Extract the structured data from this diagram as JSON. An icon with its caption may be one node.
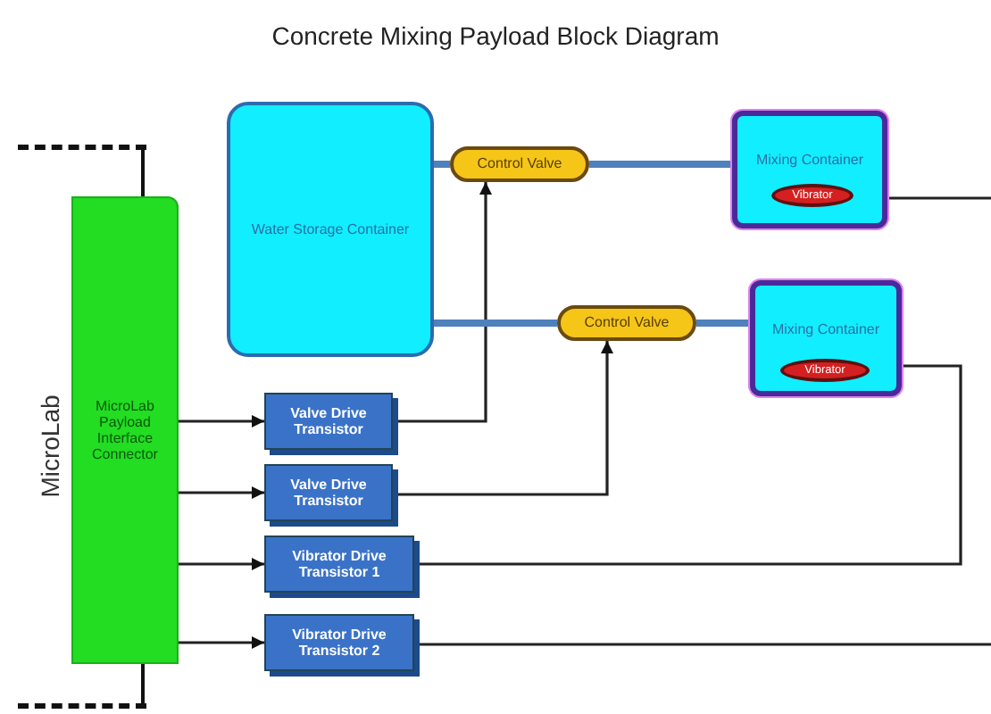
{
  "diagram": {
    "title": "Concrete Mixing Payload Block Diagram",
    "nodes": [
      {
        "text": [
          "MicroLab Payload Interface Connector"
        ]
      },
      {
        "text": [
          "Water Storage Container"
        ]
      },
      {
        "text": [
          "Control Valve"
        ]
      },
      {
        "text": [
          "Mixing Container"
        ]
      },
      {
        "text": [
          "Vibrator"
        ],
        "in": 3
      },
      {
        "text": [
          "Control Valve"
        ]
      },
      {
        "text": [
          "Mixing Container"
        ]
      },
      {
        "text": [
          "Vibrator"
        ],
        "in": 6
      },
      {
        "text": [
          "Valve Drive Transistor"
        ]
      },
      {
        "text": [
          "Valve Drive Transistor"
        ]
      },
      {
        "text": [
          "Vibrator Drive Transistor 1"
        ]
      },
      {
        "text": [
          "Vibrator Drive Transistor 2"
        ]
      }
    ],
    "edges": [
      {
        "from": 0,
        "to": 8,
        "arrow": "to"
      },
      {
        "from": 0,
        "to": 9,
        "arrow": "to"
      },
      {
        "from": 0,
        "to": 10,
        "arrow": "to"
      },
      {
        "from": 0,
        "to": 11,
        "arrow": "to"
      },
      {
        "from": 8,
        "to": 2,
        "arrow": "to"
      },
      {
        "from": 9,
        "to": 5,
        "arrow": "to"
      },
      {
        "from": 10,
        "to": 7,
        "arrow": "to"
      },
      {
        "from": 11,
        "to": null,
        "arrow": "none"
      },
      {
        "from": null,
        "to": 4,
        "arrow": "to"
      },
      {
        "from": 1,
        "to": 2,
        "arrow": "none",
        "style": "thick",
        "color": "#4f81bd"
      },
      {
        "from": 2,
        "to": 3,
        "arrow": "none",
        "style": "thick",
        "color": "#4f81bd"
      },
      {
        "from": 1,
        "to": 5,
        "arrow": "none",
        "style": "thick",
        "color": "#4f81bd"
      },
      {
        "from": 5,
        "to": 6,
        "arrow": "none",
        "style": "thick",
        "color": "#4f81bd"
      }
    ],
    "labels": [
      "MicroLab"
    ]
  }
}
